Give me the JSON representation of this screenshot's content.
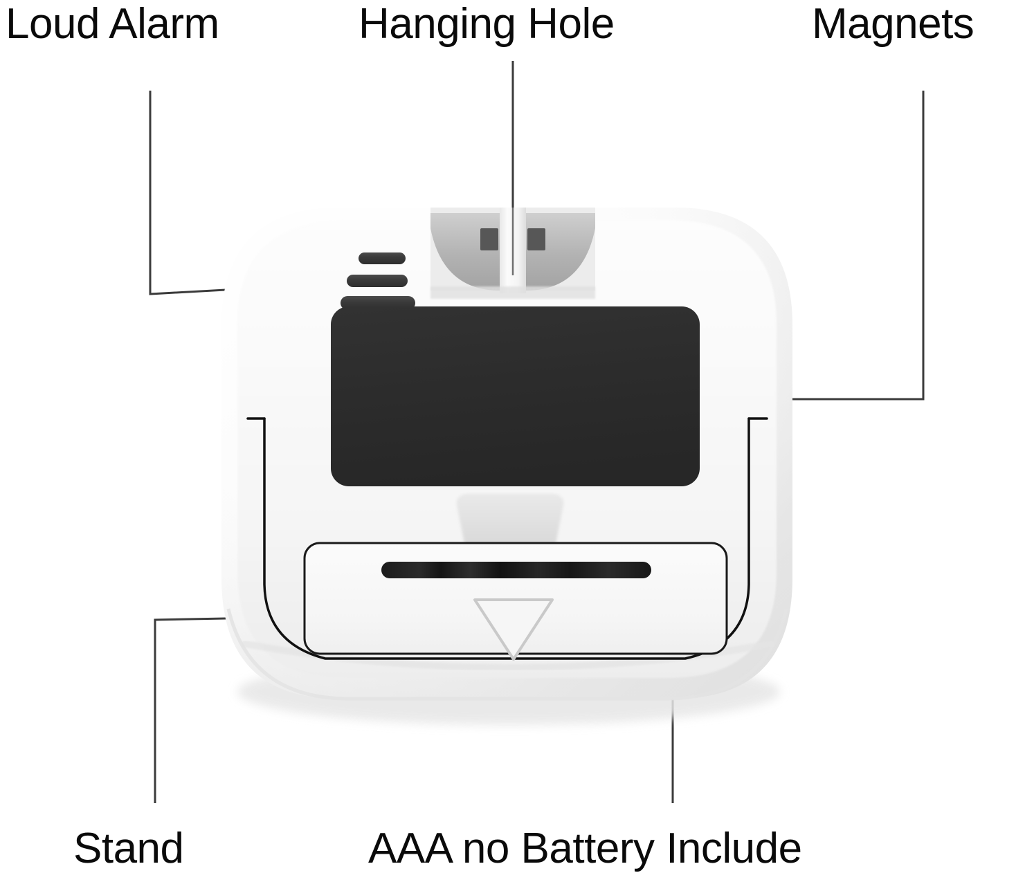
{
  "diagram": {
    "title": "Digital Kitchen Timer - Back View Feature Callouts",
    "background_color": "#ffffff",
    "text_color": "#0a0a0a",
    "leader_line_color": "#3b3b3b",
    "body_color": "#f4f4f4",
    "body_shadow_color": "#dcdcdc",
    "magnet_pad_color": "#2d2d2d",
    "speaker_slot_color": "#3a3a3a",
    "recess_gray": "#b4b4b4",
    "battery_door_color": "#f7f7f7",
    "battery_slot_color": "#121212",
    "stand_outline_color": "#111111"
  },
  "callouts": {
    "loud_alarm": {
      "label": "Loud Alarm",
      "target": "speaker-grille",
      "leader": "vertical-then-horizontal-right"
    },
    "hanging_hole": {
      "label": "Hanging Hole",
      "target": "hanging-hole-recess",
      "leader": "vertical-down"
    },
    "magnets": {
      "label": "Magnets",
      "target": "magnet-pad",
      "leader": "vertical-then-horizontal-left"
    },
    "stand": {
      "label": "Stand",
      "target": "fold-out-stand-outline",
      "leader": "horizontal-then-vertical-down"
    },
    "aaa_battery": {
      "label": "AAA no Battery Include",
      "target": "battery-door",
      "leader": "vertical-up"
    }
  },
  "device_parts": {
    "body": "rounded-square-white-housing",
    "speaker_grille": {
      "name": "speaker-grille",
      "slot_count": 3
    },
    "hanging_hole": {
      "name": "hanging-hole",
      "notch_count": 2
    },
    "magnet_pad": {
      "name": "magnet-pad"
    },
    "stand": {
      "name": "fold-out-stand"
    },
    "battery_door": {
      "name": "battery-compartment-door",
      "has_release_groove": true,
      "has_direction_arrow": true,
      "arrow_direction": "down"
    }
  }
}
